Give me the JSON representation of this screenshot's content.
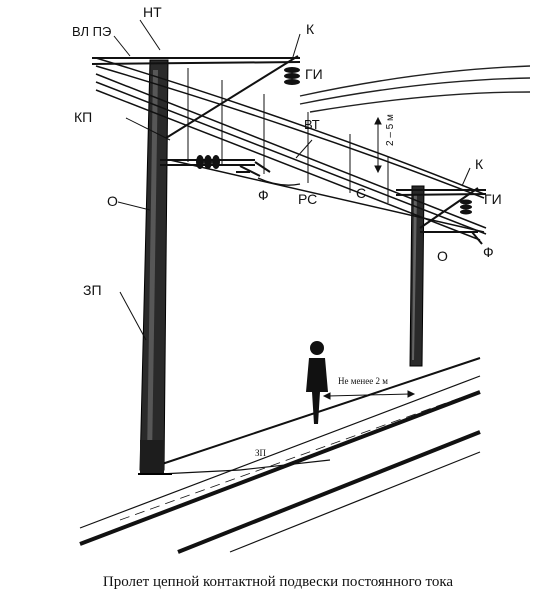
{
  "labels": {
    "nt": "НТ",
    "k_left": "К",
    "vl_pe": "ВЛ ПЭ",
    "gi_left": "ГИ",
    "kp": "КП",
    "vt": "ВТ",
    "dist_2_5": "2 – 5 м",
    "k_right": "К",
    "o_left": "О",
    "f_left": "Ф",
    "rs": "РС",
    "s": "С",
    "gi_right": "ГИ",
    "f_right": "Ф",
    "o_right": "О",
    "zp_mast": "ЗП",
    "min_2m": "Не менее 2 м",
    "zp_ground": "ЗП"
  },
  "caption": "Пролет цепной контактной подвески постоянного тока"
}
